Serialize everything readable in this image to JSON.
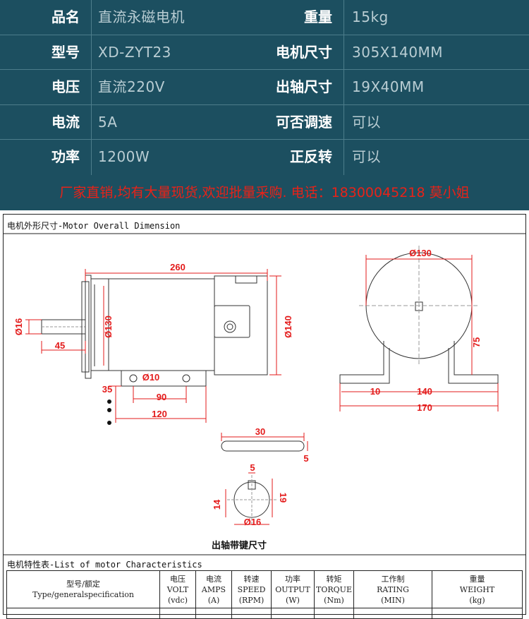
{
  "spec_rows": [
    {
      "label_left": "品名",
      "value_left": "直流永磁电机",
      "label_right": "重量",
      "value_right": "15kg"
    },
    {
      "label_left": "型号",
      "value_left": "XD-ZYT23",
      "label_right": "电机尺寸",
      "value_right": "305X140MM"
    },
    {
      "label_left": "电压",
      "value_left": "直流220V",
      "label_right": "出轴尺寸",
      "value_right": "19X40MM"
    },
    {
      "label_left": "电流",
      "value_left": "5A",
      "label_right": "可否调速",
      "value_right": "可以"
    },
    {
      "label_left": "功率",
      "value_left": "1200W",
      "label_right": "正反转",
      "value_right": "可以"
    }
  ],
  "banner": "厂家直销,均有大量现货,欢迎批量采购.   电话：18300045218  莫小姐",
  "drawing": {
    "title": "电机外形尺寸-Motor Overall Dimension",
    "side_view": {
      "length": "260",
      "shaft_dia": "Ø16",
      "body_dia": "Ø130",
      "shaft_len": "45",
      "hole": "Ø10",
      "d35": "35",
      "d90": "90",
      "d120": "120",
      "d140": "Ø140"
    },
    "front_view": {
      "dia": "Ø130",
      "height": "75",
      "foot": "10",
      "span": "140",
      "base": "170"
    },
    "key": {
      "len": "30",
      "thick": "5"
    },
    "shaft_section": {
      "key": "5",
      "depth": "14",
      "total": "19",
      "dia": "Ø16"
    },
    "shaft_caption": "出轴带键尺寸"
  },
  "characteristics": {
    "title": "电机特性表-List of motor Characteristics",
    "col1": {
      "line1": "型号/额定",
      "line2": "Type/generalspecification"
    },
    "columns": [
      {
        "zh": "电压",
        "en": "VOLT",
        "unit": "(vdc)"
      },
      {
        "zh": "电流",
        "en": "AMPS",
        "unit": "(A)"
      },
      {
        "zh": "转速",
        "en": "SPEED",
        "unit": "(RPM)"
      },
      {
        "zh": "功率",
        "en": "OUTPUT",
        "unit": "(W)"
      },
      {
        "zh": "转矩",
        "en": "TORQUE",
        "unit": "(Nm)"
      },
      {
        "zh": "工作制",
        "en": "RATING",
        "unit": "(MIN)"
      },
      {
        "zh": "重量",
        "en": "WEIGHT",
        "unit": "(kg)"
      }
    ]
  }
}
